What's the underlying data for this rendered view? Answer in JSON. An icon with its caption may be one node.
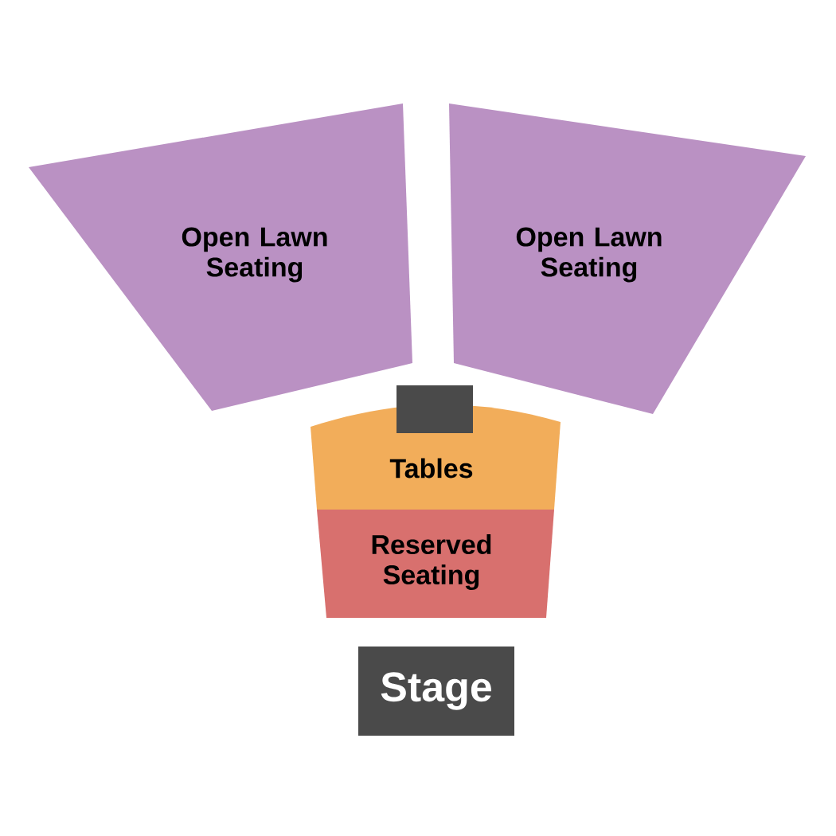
{
  "diagram": {
    "nodes": [
      {
        "text": [
          "Open Lawn Seating"
        ]
      },
      {
        "text": [
          "Open Lawn Seating"
        ]
      },
      {
        "text": [],
        "shape": "box"
      },
      {
        "text": [
          "Tables"
        ]
      },
      {
        "text": [
          "Reserved Seating"
        ]
      },
      {
        "text": [
          "Stage"
        ]
      }
    ]
  }
}
